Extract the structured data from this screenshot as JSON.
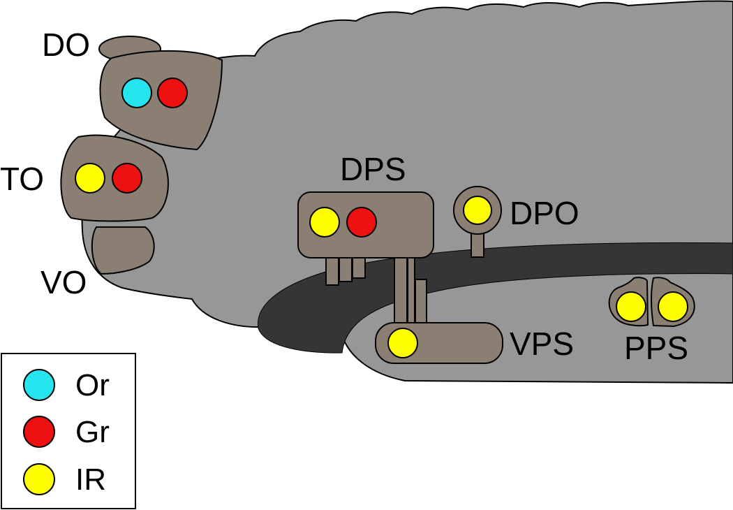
{
  "colors": {
    "head": "#979797",
    "organ": "#8b7f74",
    "groove": "#353535",
    "Or": "#25e6ee",
    "Gr": "#ee1111",
    "IR": "#ffff00"
  },
  "labels": {
    "DO": "DO",
    "TO": "TO",
    "VO": "VO",
    "DPS": "DPS",
    "DPO": "DPO",
    "VPS": "VPS",
    "PPS": "PPS"
  },
  "legend": {
    "items": [
      {
        "name": "Or",
        "color": "#25e6ee"
      },
      {
        "name": "Gr",
        "color": "#ee1111"
      },
      {
        "name": "IR",
        "color": "#ffff00"
      }
    ]
  },
  "organs": {
    "DO": [
      "Or",
      "Gr"
    ],
    "TO": [
      "IR",
      "Gr"
    ],
    "DPS": [
      "IR",
      "Gr"
    ],
    "DPO": [
      "IR"
    ],
    "VPS": [
      "IR"
    ],
    "PPS": [
      "IR",
      "IR"
    ]
  }
}
